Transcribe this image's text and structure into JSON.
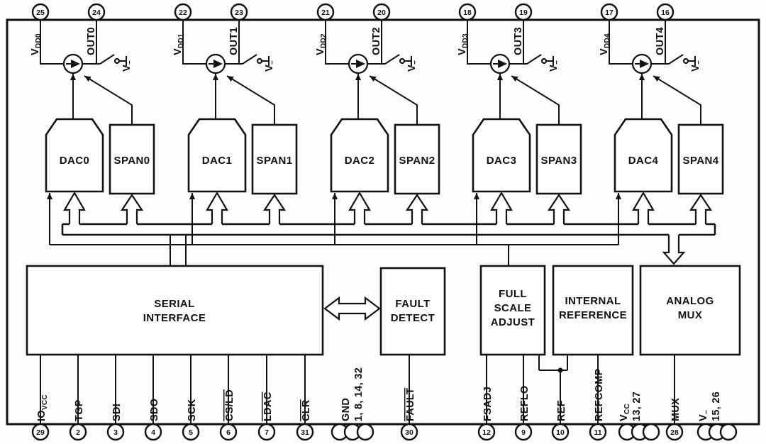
{
  "channels": [
    {
      "vdd_pin": "25",
      "out_pin": "24",
      "vdd_base": "V",
      "vdd_sub": "DD0",
      "out": "OUT0",
      "dac": "DAC0",
      "span": "SPAN0",
      "vminus_base": "V",
      "vminus_sub": "−"
    },
    {
      "vdd_pin": "22",
      "out_pin": "23",
      "vdd_base": "V",
      "vdd_sub": "DD1",
      "out": "OUT1",
      "dac": "DAC1",
      "span": "SPAN1",
      "vminus_base": "V",
      "vminus_sub": "−"
    },
    {
      "vdd_pin": "21",
      "out_pin": "20",
      "vdd_base": "V",
      "vdd_sub": "DD2",
      "out": "OUT2",
      "dac": "DAC2",
      "span": "SPAN2",
      "vminus_base": "V",
      "vminus_sub": "−"
    },
    {
      "vdd_pin": "18",
      "out_pin": "19",
      "vdd_base": "V",
      "vdd_sub": "DD3",
      "out": "OUT3",
      "dac": "DAC3",
      "span": "SPAN3",
      "vminus_base": "V",
      "vminus_sub": "−"
    },
    {
      "vdd_pin": "17",
      "out_pin": "16",
      "vdd_base": "V",
      "vdd_sub": "DD4",
      "out": "OUT4",
      "dac": "DAC4",
      "span": "SPAN4",
      "vminus_base": "V",
      "vminus_sub": "−"
    }
  ],
  "blocks": {
    "serial": {
      "line1": "SERIAL",
      "line2": "INTERFACE"
    },
    "fault": {
      "line1": "FAULT",
      "line2": "DETECT"
    },
    "fullscale": {
      "line1": "FULL",
      "line2": "SCALE",
      "line3": "ADJUST"
    },
    "intref": {
      "line1": "INTERNAL",
      "line2": "REFERENCE"
    },
    "mux": {
      "line1": "ANALOG",
      "line2": "MUX"
    }
  },
  "bottom_pins": {
    "iovcc": {
      "num": "29",
      "base": "IO",
      "sub": "VCC"
    },
    "tgp": {
      "num": "2",
      "label": "TGP"
    },
    "sdi": {
      "num": "3",
      "label": "SDI"
    },
    "sdo": {
      "num": "4",
      "label": "SDO"
    },
    "sck": {
      "num": "5",
      "label": "SCK"
    },
    "csld": {
      "num": "6",
      "label": "CS/LD"
    },
    "ldac": {
      "num": "7",
      "label": "LDAC"
    },
    "clr": {
      "num": "31",
      "label": "CLR"
    },
    "gnd": {
      "label": "GND",
      "pins": "1, 8, 14, 32"
    },
    "fault": {
      "num": "30",
      "label": "FAULT"
    },
    "fsadj": {
      "num": "12",
      "label": "FSADJ"
    },
    "reflo": {
      "num": "9",
      "label": "REFLO"
    },
    "ref": {
      "num": "10",
      "label": "REF"
    },
    "refcomp": {
      "num": "11",
      "label": "REFCOMP"
    },
    "vcc": {
      "base": "V",
      "sub": "CC",
      "pins": "13, 27"
    },
    "mux": {
      "num": "28",
      "label": "MUX"
    },
    "vminus": {
      "base": "V",
      "sub": "−",
      "pins": "15, 26"
    }
  },
  "colors": {
    "line": "#111111",
    "background": "#ffffff"
  }
}
